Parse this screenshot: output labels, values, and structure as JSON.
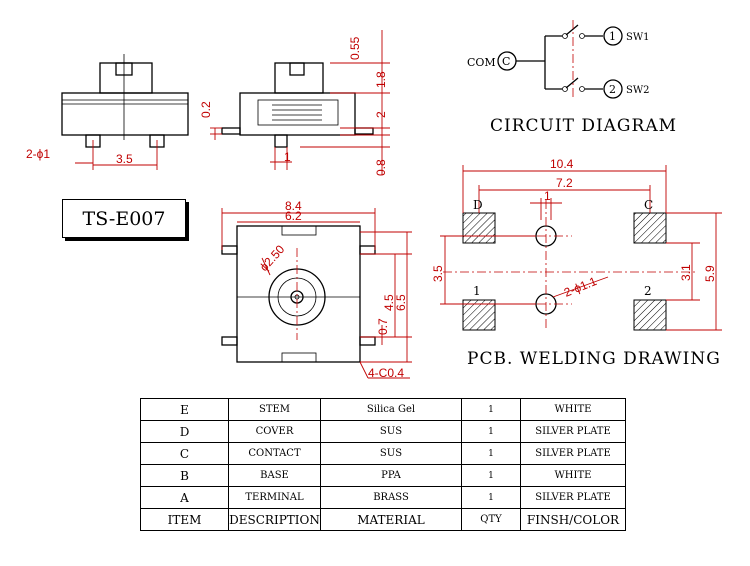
{
  "model": "TS-E007",
  "circuit": {
    "title": "CIRCUIT DIAGRAM",
    "com_label": "COM",
    "com_symbol": "C",
    "sw1_num": "1",
    "sw1_label": "SW1",
    "sw2_num": "2",
    "sw2_label": "SW2"
  },
  "pcb": {
    "title": "PCB. WELDING DRAWING",
    "pad_d": "D",
    "pad_c": "C",
    "pad_1": "1",
    "pad_2": "2",
    "dim_104": "10.4",
    "dim_72": "7.2",
    "dim_1": "1",
    "dim_35": "3.5",
    "dim_31": "3.1",
    "dim_59": "5.9",
    "dim_hole": "2-ϕ1.1"
  },
  "front_view": {
    "dim_pin": "2-ϕ1",
    "dim_35": "3.5"
  },
  "side_view": {
    "dim_055": "0.55",
    "dim_18": "1.8",
    "dim_2": "2",
    "dim_08": "0.8",
    "dim_02": "0.2",
    "dim_1": "1"
  },
  "top_view": {
    "dim_84": "8.4",
    "dim_62": "6.2",
    "dim_45": "4.5",
    "dim_65": "6.5",
    "dim_07": "0.7",
    "dim_dia": "ϕ2.50",
    "dim_chamfer": "4-C0.4"
  },
  "bom": {
    "rows": [
      {
        "item": "E",
        "description": "STEM",
        "material": "Silica Gel",
        "qty": "1",
        "finish": "WHITE"
      },
      {
        "item": "D",
        "description": "COVER",
        "material": "SUS",
        "qty": "1",
        "finish": "SILVER PLATE"
      },
      {
        "item": "C",
        "description": "CONTACT",
        "material": "SUS",
        "qty": "1",
        "finish": "SILVER PLATE"
      },
      {
        "item": "B",
        "description": "BASE",
        "material": "PPA",
        "qty": "1",
        "finish": "WHITE"
      },
      {
        "item": "A",
        "description": "TERMINAL",
        "material": "BRASS",
        "qty": "1",
        "finish": "SILVER PLATE"
      }
    ],
    "header": {
      "item": "ITEM",
      "description": "DESCRIPTION",
      "material": "MATERIAL",
      "qty": "QTY",
      "finish": "FINSH/COLOR"
    }
  }
}
